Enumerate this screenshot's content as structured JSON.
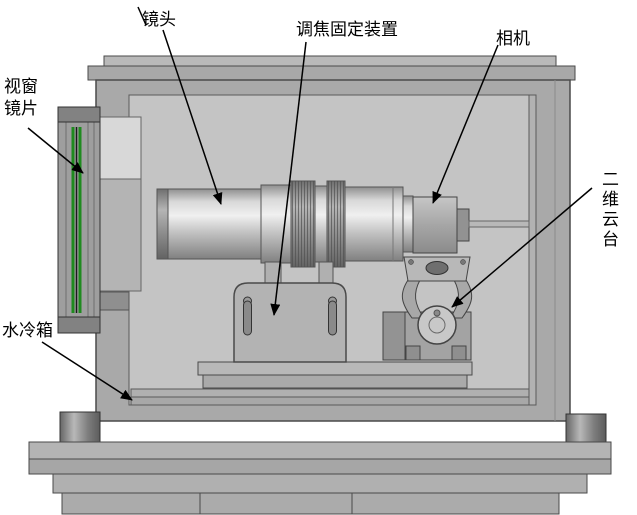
{
  "figure": {
    "type": "cad-assembly-annotation",
    "description": "Annotated CAD rendering of an enclosed camera-lens system"
  },
  "labels": {
    "lens": "镜头",
    "focus_fixture": "调焦固定装置",
    "camera": "相机",
    "window_lens": "视窗镜片",
    "pan_tilt": "二维云台",
    "water_cooling": "水冷箱"
  },
  "colors": {
    "accent-green": "#1f8a1f",
    "annotation": "#000000",
    "body-gray": "#a9a9a9",
    "cavity-gray": "#c4c4c4",
    "outline": "#4a4a4a"
  }
}
